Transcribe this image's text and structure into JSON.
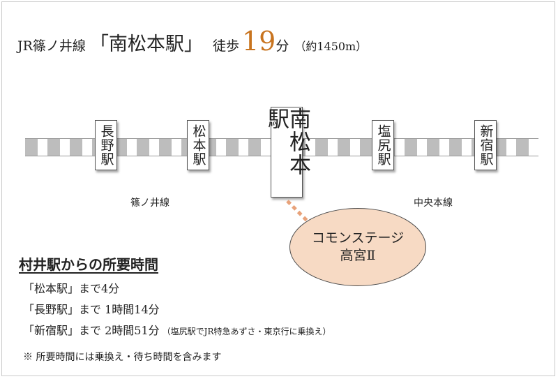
{
  "header": {
    "line": "JR篠ノ井線",
    "station": "「南松本駅」",
    "walk_label": "徒歩",
    "minutes": "19",
    "unit": "分",
    "distance": "（約1450m）"
  },
  "stations": {
    "nagano": "長野駅",
    "matsumoto": "松本駅",
    "minami_matsumoto": "南松本駅",
    "shiojiri": "塩尻駅",
    "shinjuku": "新宿駅"
  },
  "lines": {
    "shinonoi": "篠ノ井線",
    "chuo": "中央本線"
  },
  "destination": {
    "line1": "コモンステージ",
    "line2": "高宮Ⅱ"
  },
  "travel_times": {
    "title": "村井駅からの所要時間",
    "items": [
      {
        "text": "「松本駅」まで4分",
        "note": ""
      },
      {
        "text": "「長野駅」まで 1時間14分",
        "note": ""
      },
      {
        "text": "「新宿駅」まで 2時間51分",
        "note": "（塩尻駅でJR特急あずさ・東京行に乗換え）"
      }
    ],
    "footnote": "※ 所要時間には乗換え・待ち時間を含みます"
  },
  "colors": {
    "accent": "#c8741f",
    "bubble_fill": "#f7dac4",
    "connector": "#e8a27a",
    "track_block": "#bdbdbd"
  }
}
